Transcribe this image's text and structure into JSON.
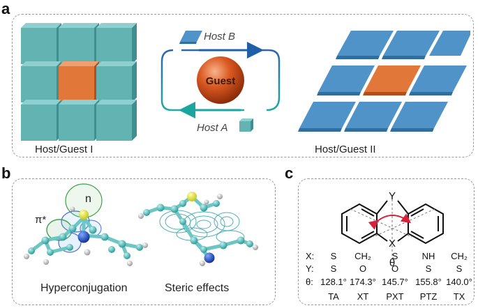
{
  "panel_a": {
    "label": "a",
    "host_b": "Host B",
    "host_a": "Host A",
    "guest": "Guest",
    "caption_left": "Host/Guest I",
    "caption_right": "Host/Guest II",
    "colors": {
      "teal_cube": "#63b3b3",
      "orange_cube": "#e2773a",
      "blue_tile": "#4f93c9",
      "sphere": "#d9501c",
      "arrow_blue": "#1f5fa8",
      "arrow_teal": "#1aa5a0"
    }
  },
  "panel_b": {
    "label": "b",
    "n_label": "n",
    "pi_label": "π*",
    "caption_left": "Hyperconjugation",
    "caption_right": "Steric effects"
  },
  "panel_c": {
    "label": "c",
    "y_atom": "Y",
    "x_atom": "X",
    "theta_symbol": "θ",
    "table": {
      "rows": [
        {
          "header": "X:",
          "values": [
            "S",
            "CH₂",
            "S",
            "NH",
            "CH₂"
          ]
        },
        {
          "header": "Y:",
          "values": [
            "S",
            "O",
            "O",
            "S",
            "S"
          ]
        },
        {
          "header": "θ:",
          "values": [
            "128.1°",
            "174.3°",
            "145.7°",
            "155.8°",
            "140.0°"
          ]
        }
      ],
      "names": [
        "TA",
        "XT",
        "PXT",
        "PTZ",
        "TX"
      ]
    }
  }
}
